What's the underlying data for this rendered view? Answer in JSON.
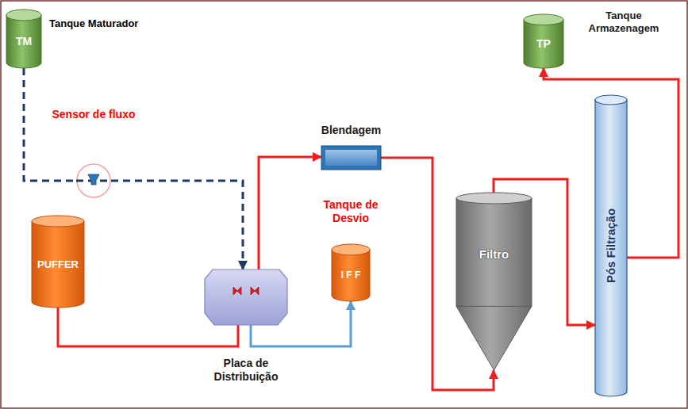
{
  "diagram": {
    "nodes": [
      {
        "text": [
          "TM",
          "Tanque Maturador"
        ]
      },
      {
        "text": [
          "Sensor de fluxo"
        ]
      },
      {
        "text": [
          "PUFFER"
        ]
      },
      {
        "text": [
          "Placa de Distribuição"
        ]
      },
      {
        "text": [
          "Blendagem"
        ]
      },
      {
        "text": [
          "I F F",
          "Tanque de Desvio"
        ]
      },
      {
        "text": [
          "Filtro"
        ]
      },
      {
        "text": [
          "Pós Filtração"
        ]
      },
      {
        "text": [
          "TP",
          "Tanque Armazenagem"
        ]
      }
    ],
    "edges": [
      {
        "from": 0,
        "to": 1,
        "arrow": "none"
      },
      {
        "from": 1,
        "to": 3,
        "arrow": "to"
      },
      {
        "from": 2,
        "to": 3,
        "arrow": "none"
      },
      {
        "from": 3,
        "to": 4,
        "arrow": "to"
      },
      {
        "from": 3,
        "to": 5,
        "arrow": "to"
      },
      {
        "from": 4,
        "to": 6,
        "arrow": "to"
      },
      {
        "from": 6,
        "to": 7,
        "arrow": "to"
      },
      {
        "from": 7,
        "to": 8,
        "arrow": "to"
      }
    ]
  }
}
